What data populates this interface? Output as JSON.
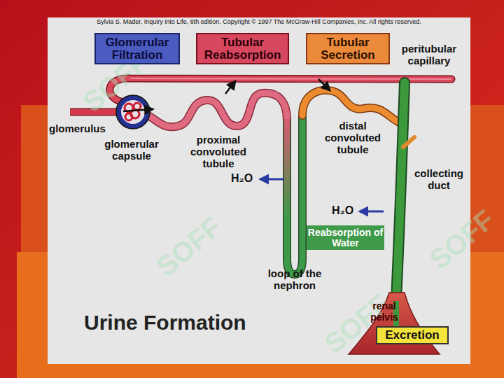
{
  "diagram": {
    "title": "Urine Formation",
    "nodes": [
      {
        "text": [
          "Glomerular Filtration"
        ]
      },
      {
        "text": [
          "Tubular Reabsorption"
        ]
      },
      {
        "text": [
          "Tubular Secretion"
        ]
      },
      {
        "text": [
          "Reabsorption of Water"
        ]
      },
      {
        "text": [
          "Excretion"
        ]
      }
    ],
    "labels": [
      "Sylvia S. Mader, Inquiry into Life, 8th edition. Copyright © 1997 The McGraw-Hill Companies, Inc. All rights reserved.",
      "peritubular capillary",
      "glomerulus",
      "glomerular capsule",
      "proximal convoluted tubule",
      "H₂O",
      "distal convoluted tubule",
      "collecting duct",
      "H₂O",
      "loop of the nephron",
      "renal pelvis",
      "SOFF",
      "SOFF",
      "SOFF",
      "SOFF"
    ]
  }
}
